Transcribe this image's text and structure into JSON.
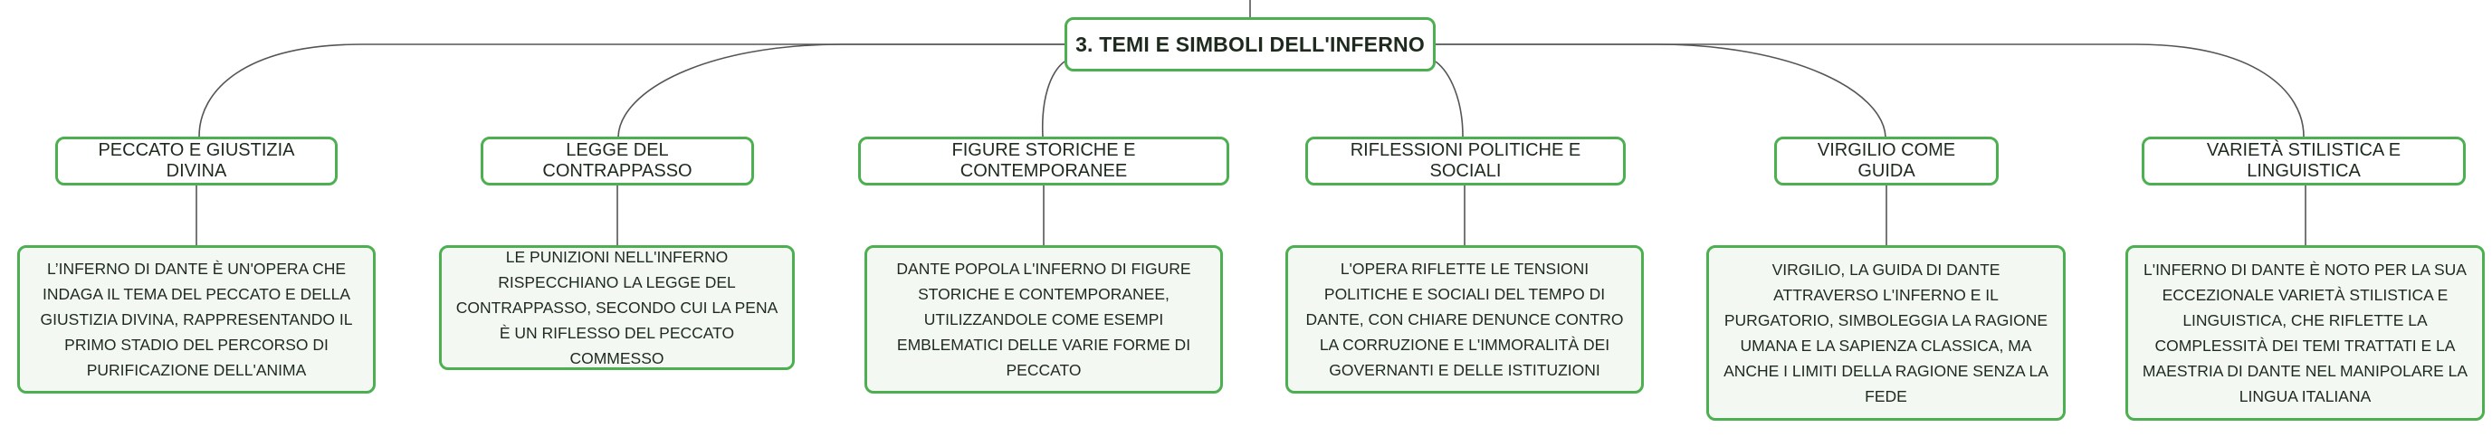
{
  "map": {
    "root": {
      "title": "3. TEMI E SIMBOLI DELL'INFERNO"
    },
    "colors": {
      "border": "#4caf50",
      "line": "#555555",
      "detail_fill": "#f3f8f3"
    },
    "topics": [
      {
        "label": "PECCATO E GIUSTIZIA DIVINA",
        "detail": "L’INFERNO DI DANTE È UN'OPERA CHE INDAGA IL TEMA DEL PECCATO E DELLA GIUSTIZIA DIVINA, RAPPRESENTANDO IL PRIMO STADIO DEL PERCORSO DI PURIFICAZIONE DELL'ANIMA"
      },
      {
        "label": "LEGGE DEL CONTRAPPASSO",
        "detail": "LE PUNIZIONI NELL'INFERNO RISPECCHIANO LA LEGGE DEL CONTRAPPASSO, SECONDO CUI LA PENA È UN RIFLESSO DEL PECCATO COMMESSO"
      },
      {
        "label": "FIGURE STORICHE E CONTEMPORANEE",
        "detail": "DANTE POPOLA L'INFERNO DI FIGURE STORICHE E CONTEMPORANEE, UTILIZZANDOLE COME ESEMPI EMBLEMATICI DELLE VARIE FORME DI PECCATO"
      },
      {
        "label": "RIFLESSIONI POLITICHE E SOCIALI",
        "detail": "L'OPERA RIFLETTE LE TENSIONI POLITICHE E SOCIALI DEL TEMPO DI DANTE, CON CHIARE DENUNCE CONTRO LA CORRUZIONE E L'IMMORALITÀ DEI GOVERNANTI E DELLE ISTITUZIONI"
      },
      {
        "label": "VIRGILIO COME GUIDA",
        "detail": "VIRGILIO, LA GUIDA DI DANTE ATTRAVERSO L'INFERNO E IL PURGATORIO, SIMBOLEGGIA LA RAGIONE UMANA E LA SAPIENZA CLASSICA, MA ANCHE I LIMITI DELLA RAGIONE SENZA LA FEDE"
      },
      {
        "label": "VARIETÀ STILISTICA E LINGUISTICA",
        "detail": "L'INFERNO DI DANTE È NOTO PER LA SUA ECCEZIONALE VARIETÀ STILISTICA E LINGUISTICA, CHE RIFLETTE LA COMPLESSITÀ DEI TEMI TRATTATI E LA MAESTRIA DI DANTE NEL MANIPOLARE LA LINGUA ITALIANA"
      }
    ]
  }
}
